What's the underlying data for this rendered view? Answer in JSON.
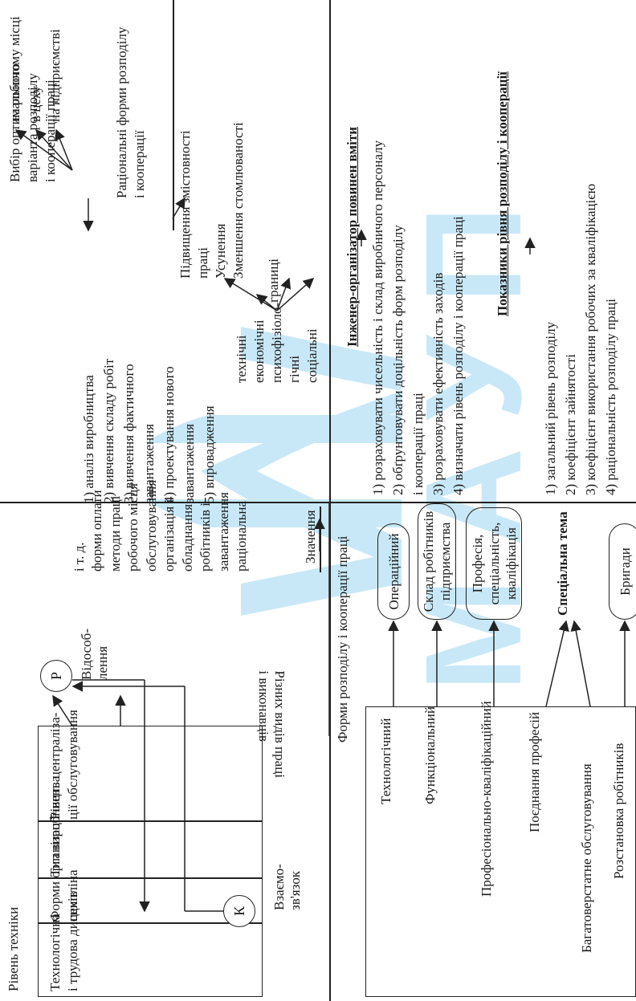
{
  "section1": {
    "level_title": "Рівень техніки",
    "factors": [
      "Тип виробництва",
      "Форми організації\nцехів",
      "Рівень централіза-\nції обслуговування",
      "Технологічна\nі трудова дисципліна"
    ],
    "circle_r": "Р",
    "circle_k": "К",
    "separation": "Відособ-\nлення",
    "interconnection": "Взаємо-\nзв'язок",
    "kinds_of_work": "Різних видів праці\nі виконавців",
    "meaning_title": "Значення",
    "meaning_items": [
      "раціональна",
      "завантаження",
      "робітників і",
      "обладнання",
      "організація і",
      "обслуговування",
      "робочого місця",
      "методи праці",
      "форми оплати",
      "і т. д."
    ]
  },
  "section2": {
    "title": "Вибір оптимального\nваріанта розподілу\nі кооперації праці",
    "levels": [
      "на робочому місці",
      "в цеху",
      "на підприємстві"
    ],
    "steps": [
      "1) аналіз виробництва",
      "2) вивчення складу робіт",
      "3) вивчення фактичного",
      "завантаження",
      "4) проектування нового",
      "завантаження",
      "5) впровадження"
    ],
    "limits_label": "границі",
    "limits": [
      "технічні",
      "економічні",
      "психофізіоло-",
      "гічні",
      "соціальні"
    ],
    "rational_title": "Раціональні форми розподілу\nі кооперації",
    "rational_items": [
      "Підвищення змістовності",
      "праці",
      "Усунення",
      "Зменшення стомлюваності"
    ]
  },
  "section3": {
    "forms_title": "Форми розподілу і кооперації праці",
    "forms": [
      {
        "left": "Технологічний",
        "right": "Операційний"
      },
      {
        "left": "Функціональний",
        "right": "Склад робітників\nпідприємства"
      },
      {
        "left": "Професіонально-кваліфікаційний",
        "right": "Професія,\nспеціальність,\nкваліфікація"
      }
    ],
    "combining": "Поєднання професій",
    "multi_machine": "Багатоверстатне обслуговування",
    "special_theme": "Спеціальна тема",
    "placement": "Розстановка робітників",
    "brigades": "Бригади"
  },
  "section4": {
    "engineer_title": "Інженер-організатор повинен вміти",
    "engineer_items": [
      "1) розраховувати чисельність і склад виробничого персоналу",
      "2) обґрунтовувати доцільність форм розподілу",
      "і кооперації праці",
      "3) розраховувати ефективність заходів",
      "4) визначати рівень розподілу і кооперації праці"
    ],
    "indicators_title": "Показники рівня розподілу і кооперації",
    "indicators": [
      "1) загальний рівень розподілу",
      "2) коефіцієнт зайнятості",
      "3) коефіцієнт використання робочих за кваліфікацією",
      "4) раціональність розподілу праці"
    ]
  },
  "watermark": "МАУП",
  "colors": {
    "watermark": "#4db4e6",
    "ink": "#1a1a1a"
  }
}
